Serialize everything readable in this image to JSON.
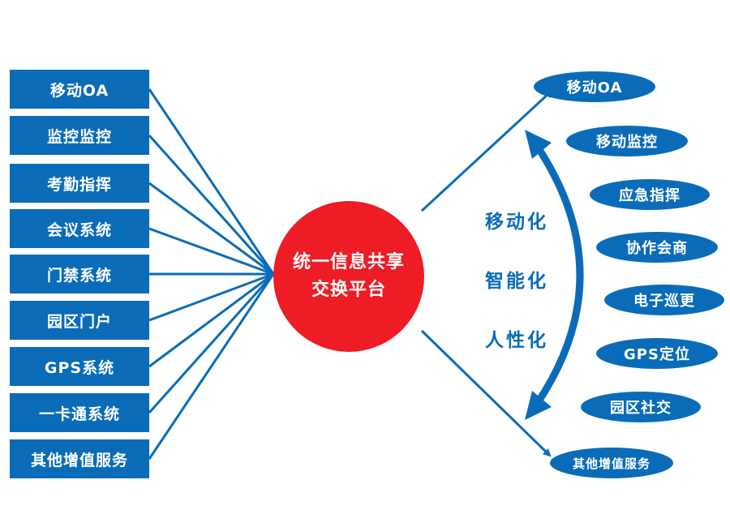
{
  "left_items": [
    "移动OA",
    "监控监控",
    "考勤指挥",
    "会议系统",
    "门禁系统",
    "园区门户",
    "GPS系统",
    "一卡通系统",
    "其他增值服务"
  ],
  "center": {
    "line1": "统一信息共享",
    "line2": "交换平台"
  },
  "features": [
    "移动化",
    "智能化",
    "人性化"
  ],
  "right_items": [
    "移动OA",
    "移动监控",
    "应急指挥",
    "协作会商",
    "电子巡更",
    "GPS定位",
    "园区社交",
    "其他增值服务"
  ],
  "colors": {
    "primary_blue": "#0a6cb8",
    "center_red": "#ee1c25",
    "background": "#ffffff"
  }
}
